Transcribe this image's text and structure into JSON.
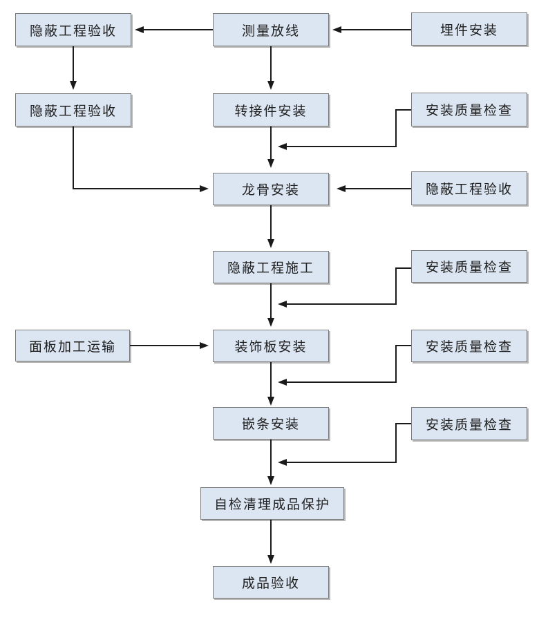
{
  "diagram": {
    "type": "flowchart",
    "background": "#ffffff",
    "colors": {
      "box_fill": "#dce6f2",
      "box_border": "#7a7a7a",
      "box_shadow": "#b7b7b7",
      "line": "#1a1a1a",
      "text": "#1f1f1f"
    },
    "nodes": [
      {
        "id": "hidden-acceptance-1",
        "label": "隐蔽工程验收"
      },
      {
        "id": "survey-layout",
        "label": "测量放线"
      },
      {
        "id": "embed-install",
        "label": "埋件安装"
      },
      {
        "id": "hidden-acceptance-2",
        "label": "隐蔽工程验收"
      },
      {
        "id": "adapter-install",
        "label": "转接件安装"
      },
      {
        "id": "quality-check-1",
        "label": "安装质量检查"
      },
      {
        "id": "keel-install",
        "label": "龙骨安装"
      },
      {
        "id": "hidden-acceptance-3",
        "label": "隐蔽工程验收"
      },
      {
        "id": "hidden-work",
        "label": "隐蔽工程施工"
      },
      {
        "id": "quality-check-2",
        "label": "安装质量检查"
      },
      {
        "id": "panel-transport",
        "label": "面板加工运输"
      },
      {
        "id": "panel-install",
        "label": "装饰板安装"
      },
      {
        "id": "quality-check-3",
        "label": "安装质量检查"
      },
      {
        "id": "trim-install",
        "label": "嵌条安装"
      },
      {
        "id": "quality-check-4",
        "label": "安装质量检查"
      },
      {
        "id": "self-check",
        "label": "自检清理成品保护"
      },
      {
        "id": "final-acceptance",
        "label": "成品验收"
      }
    ],
    "edges": [
      {
        "from": "embed-install",
        "to": "survey-layout"
      },
      {
        "from": "survey-layout",
        "to": "hidden-acceptance-1"
      },
      {
        "from": "hidden-acceptance-1",
        "to": "hidden-acceptance-2"
      },
      {
        "from": "survey-layout",
        "to": "adapter-install"
      },
      {
        "from": "adapter-install",
        "to": "keel-install"
      },
      {
        "from": "quality-check-1",
        "to": "keel-install"
      },
      {
        "from": "hidden-acceptance-2",
        "to": "keel-install"
      },
      {
        "from": "hidden-acceptance-3",
        "to": "keel-install"
      },
      {
        "from": "keel-install",
        "to": "hidden-work"
      },
      {
        "from": "hidden-work",
        "to": "panel-install"
      },
      {
        "from": "quality-check-2",
        "to": "panel-install"
      },
      {
        "from": "panel-transport",
        "to": "panel-install"
      },
      {
        "from": "panel-install",
        "to": "trim-install"
      },
      {
        "from": "quality-check-3",
        "to": "trim-install"
      },
      {
        "from": "trim-install",
        "to": "self-check"
      },
      {
        "from": "quality-check-4",
        "to": "self-check"
      },
      {
        "from": "self-check",
        "to": "final-acceptance"
      }
    ]
  }
}
